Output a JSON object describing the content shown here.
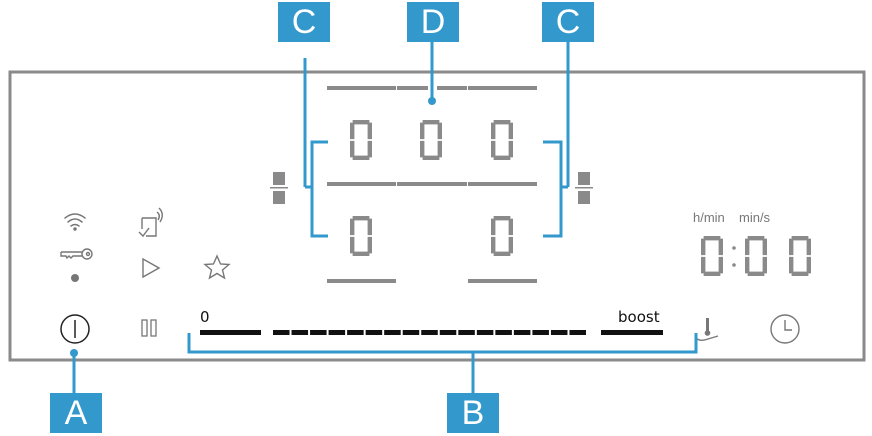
{
  "callouts": {
    "A": {
      "label": "A",
      "target": "power switch"
    },
    "B": {
      "label": "B",
      "target": "control slider"
    },
    "C_left": {
      "label": "C",
      "target": "left cooking zones"
    },
    "C_right": {
      "label": "C",
      "target": "right cooking zones"
    },
    "D": {
      "label": "D",
      "target": "centre cooking zone"
    }
  },
  "zones": {
    "top_row_digits": [
      "0",
      "0",
      "0"
    ],
    "bottom_row_digits": [
      "0",
      "0"
    ]
  },
  "timer": {
    "unit_left": "h/min",
    "unit_right": "min/s",
    "digits": [
      "0",
      "0",
      "0"
    ],
    "separator": ":"
  },
  "slider": {
    "min_label": "0",
    "max_label": "boost",
    "middle_segments": 17
  },
  "icons": {
    "wifi": "wifi-icon",
    "remote": "remote-start-icon",
    "key": "key-lock-icon",
    "dot": "indicator-dot-icon",
    "play": "play-icon",
    "star": "favourite-star-icon",
    "power": "power-icon",
    "pause": "pause-icon",
    "frying": "frying-sensor-icon",
    "clock": "timer-clock-icon",
    "zone_link": "zone-link-icon"
  },
  "colors": {
    "callout": "#3399cc",
    "panel_border": "#8a8a8a",
    "segment": "#8a8a8a",
    "slider": "#111111"
  }
}
